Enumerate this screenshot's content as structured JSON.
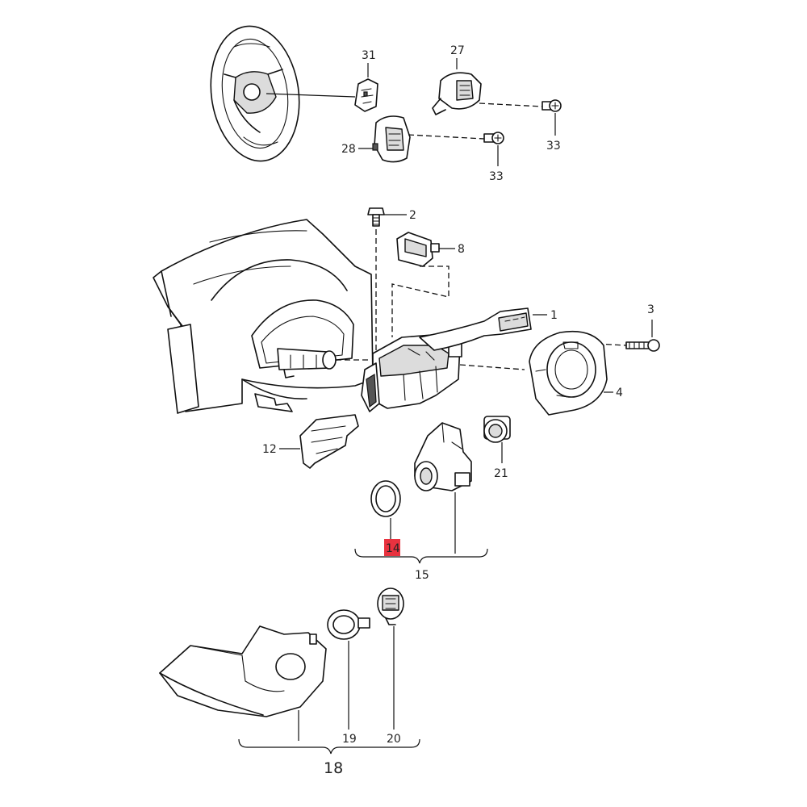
{
  "highlight_color": "#e8323f",
  "labels": {
    "l1": "1",
    "l2": "2",
    "l3": "3",
    "l4": "4",
    "l8": "8",
    "l12": "12",
    "l14": "14",
    "l15": "15",
    "l18": "18",
    "l19": "19",
    "l20": "20",
    "l21": "21",
    "l27": "27",
    "l28": "28",
    "l31": "31",
    "l33a": "33",
    "l33b": "33"
  }
}
